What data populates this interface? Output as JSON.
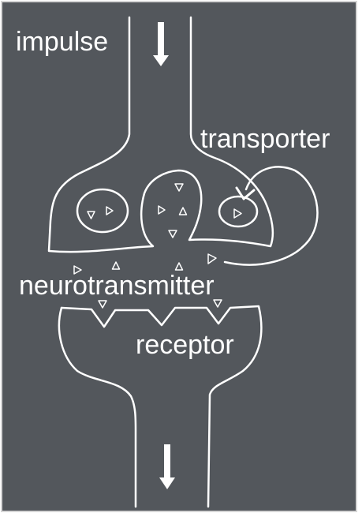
{
  "labels": {
    "impulse": "impulse",
    "transporter": "transporter",
    "neurotransmitter": "neurotransmitter",
    "receptor": "receptor"
  },
  "colors": {
    "background": "#53575c",
    "stroke": "#ffffff",
    "page_border": "#d6d6d6"
  },
  "icons": {
    "impulse_arrow_top": "down-arrow-icon",
    "impulse_arrow_bottom": "down-arrow-icon",
    "transporter_arrow": "curved-arrow-icon",
    "neurotransmitter_molecule": "triangle-icon"
  }
}
